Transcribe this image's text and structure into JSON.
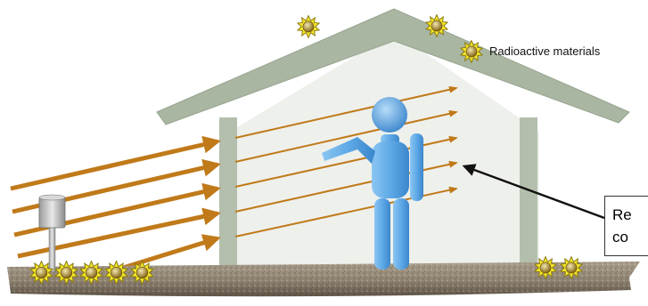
{
  "labels": {
    "radioactive": "Radioactive materials",
    "callout_line1": "Re",
    "callout_line2": "co"
  },
  "colors": {
    "roof": "#a9b6a2",
    "house_wall": "#eef0ec",
    "pillar": "#b3bfac",
    "arrow": "#c07a1a",
    "ground": "#9b8f7e",
    "person": "#5ea9e6",
    "material_fill": "#f3e62a",
    "material_core": "#9a7a10",
    "pointer": "#111111"
  }
}
